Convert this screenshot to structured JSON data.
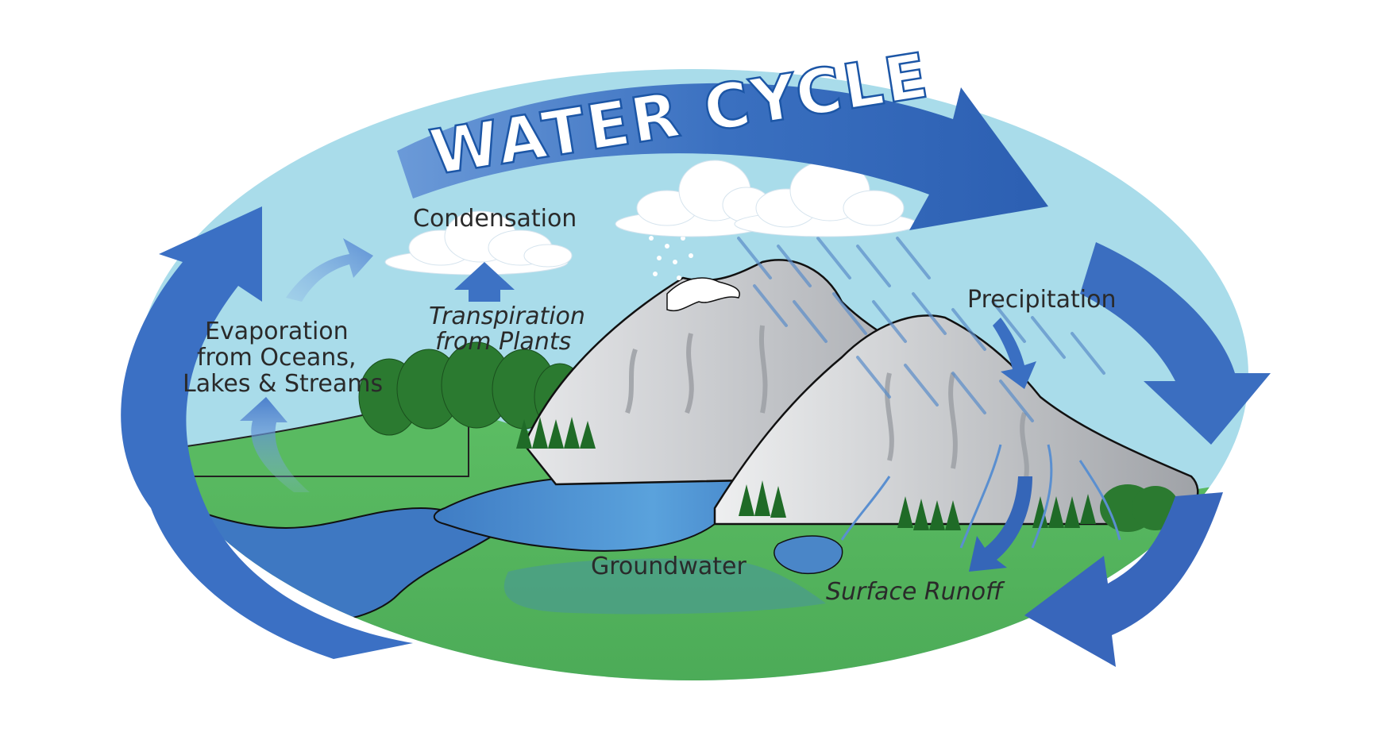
{
  "diagram": {
    "title": "WATER CYCLE",
    "labels": {
      "condensation": "Condensation",
      "precipitation": "Precipitation",
      "transpiration_line1": "Transpiration",
      "transpiration_line2": "from Plants",
      "evaporation_line1": "Evaporation",
      "evaporation_line2": "from Oceans,",
      "evaporation_line3": "Lakes & Streams",
      "groundwater": "Groundwater",
      "surface_runoff": "Surface Runoff"
    },
    "colors": {
      "sky": "#a6dbe9",
      "ground": "#56b85f",
      "water": "#4a86c8",
      "arrow": "#2f64b6",
      "mountain": "#c4c6c9",
      "cloud": "#ffffff",
      "trees": "#2a7a2f"
    }
  }
}
